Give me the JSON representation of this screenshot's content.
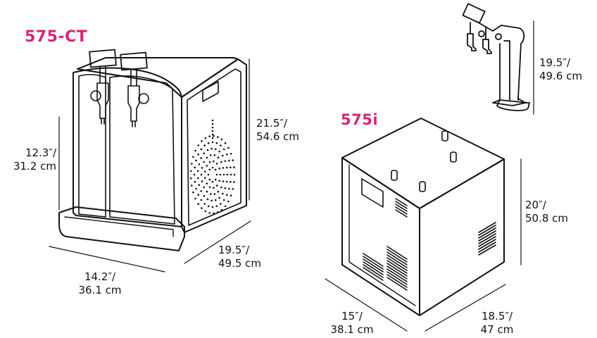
{
  "products": {
    "ct": {
      "title": "575-CT",
      "height": {
        "imperial": "21.5″/",
        "metric": "54.6 cm"
      },
      "side_height": {
        "imperial": "12.3″/",
        "metric": "31.2 cm"
      },
      "width": {
        "imperial": "14.2″/",
        "metric": "36.1 cm"
      },
      "depth": {
        "imperial": "19.5″/",
        "metric": "49.5 cm"
      }
    },
    "i": {
      "title_main": "575",
      "title_suffix": "i",
      "height": {
        "imperial": "20″/",
        "metric": "50.8 cm"
      },
      "width": {
        "imperial": "15″/",
        "metric": "38.1 cm"
      },
      "depth": {
        "imperial": "18.5″/",
        "metric": "47 cm"
      }
    },
    "tower": {
      "height": {
        "imperial": "19.5″/",
        "metric": "49.6 cm"
      }
    }
  },
  "colors": {
    "accent": "#d6247a",
    "line": "#111111"
  }
}
